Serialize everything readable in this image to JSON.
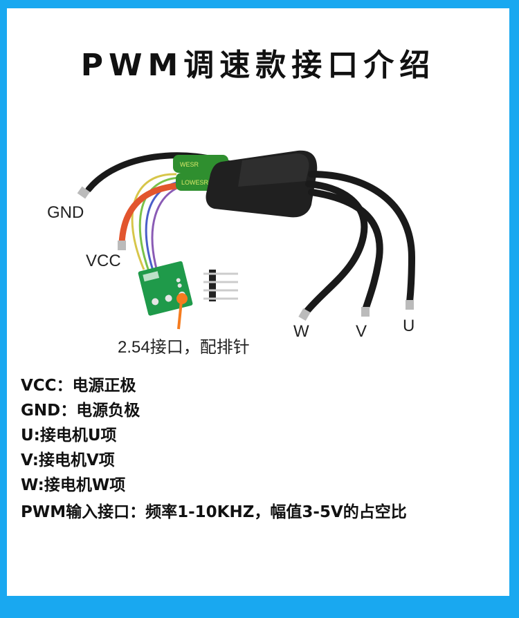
{
  "title": "PWM调速款接口介绍",
  "labels": {
    "gnd": "GND",
    "vcc": "VCC",
    "interface": "2.54接口，配排针",
    "w": "W",
    "v": "V",
    "u": "U"
  },
  "component_text": {
    "cap_1": "WESR",
    "cap_2": "LOWESR"
  },
  "description": [
    "VCC：电源正极",
    "GND：电源负极",
    "U:接电机U项",
    "V:接电机V项",
    "W:接电机W项",
    "PWM输入接口：频率1-10KHZ，幅值3-5V的占空比"
  ],
  "colors": {
    "frame": "#19a8f0",
    "background": "#ffffff",
    "wire_black": "#1a1a1a",
    "wire_red": "#e2552e",
    "pcb_green": "#1f9a4a",
    "capacitor_green": "#2f8f2f",
    "marker_orange": "#f57c1f"
  }
}
